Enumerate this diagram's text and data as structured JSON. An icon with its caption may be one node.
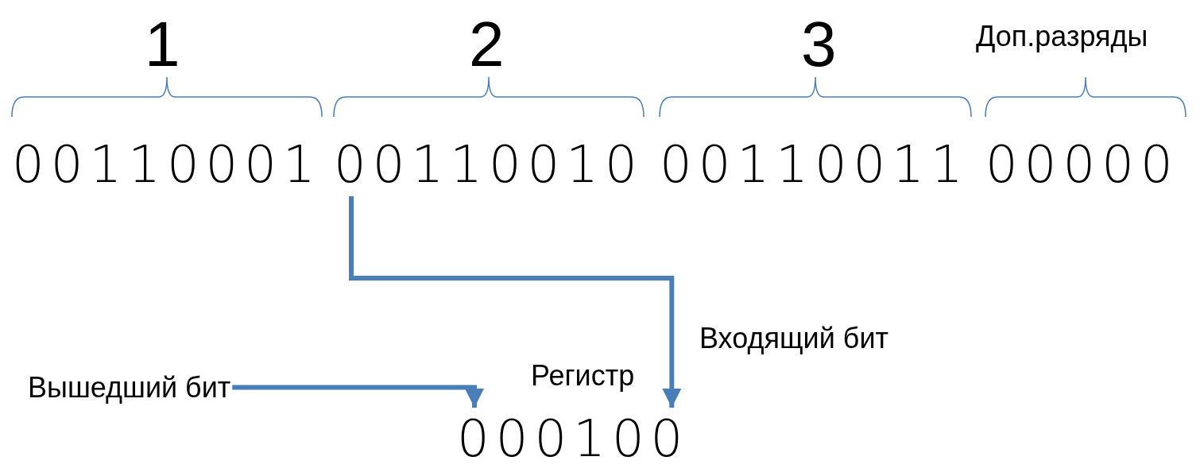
{
  "diagram": {
    "nodes": [
      {
        "text": [
          "00110001"
        ]
      },
      {
        "text": [
          "00110010"
        ]
      },
      {
        "text": [
          "00110011"
        ]
      },
      {
        "text": [
          "00000"
        ]
      },
      {
        "text": [
          "000100"
        ],
        "beside": [
          "Регистр"
        ]
      },
      {
        "text": [
          "Вышедший бит"
        ]
      }
    ],
    "edges": [
      {
        "from": 1,
        "to": 4,
        "arrow": "to",
        "label": "Входящий бит"
      },
      {
        "from": 5,
        "to": 4,
        "arrow": "to"
      }
    ],
    "labels": [
      "1",
      "2",
      "3",
      "Доп.разряды"
    ]
  }
}
